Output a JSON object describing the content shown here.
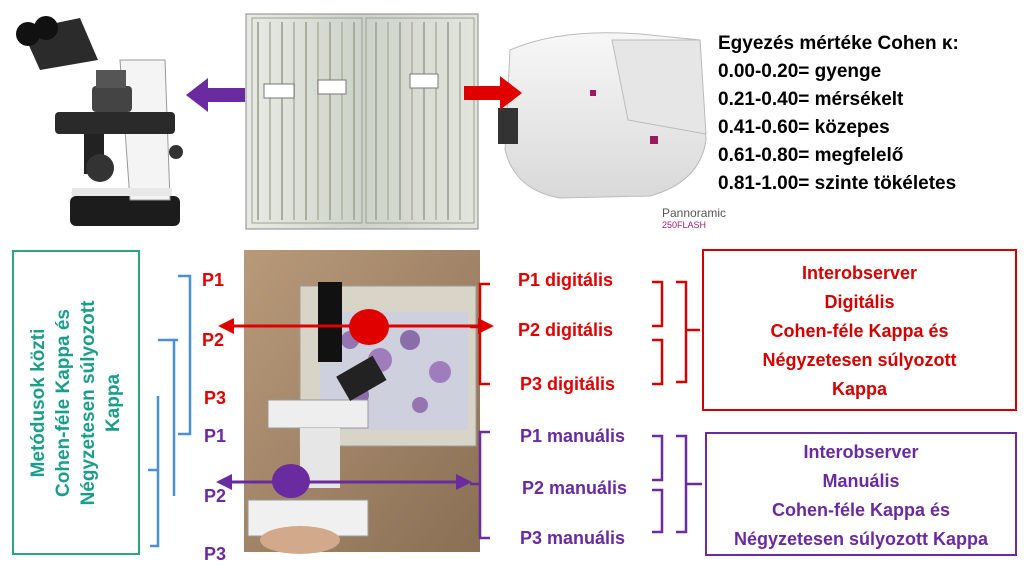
{
  "legend": {
    "title": "Egyezés mértéke Cohen κ:",
    "rows": [
      "0.00-0.20= gyenge",
      "0.21-0.40= mérsékelt",
      "0.41-0.60= közepes",
      "0.61-0.80= megfelelő",
      "0.81-1.00= szinte tökéletes"
    ]
  },
  "scanner": {
    "logo_top": "Pannoramic",
    "logo_bottom": "250FLASH"
  },
  "method_box": {
    "lines": [
      "Metódusok közti",
      "Cohen-féle Kappa és",
      "Négyzetesen súlyozott",
      "Kappa"
    ]
  },
  "pathologists_red": [
    "P1",
    "P2",
    "P3"
  ],
  "pathologists_purple": [
    "P1",
    "P2",
    "P3"
  ],
  "digital_labels": [
    "P1 digitális",
    "P2 digitális",
    "P3 digitális"
  ],
  "manual_labels": [
    "P1 manuális",
    "P2 manuális",
    "P3 manuális"
  ],
  "interobserver_digital": {
    "lines": [
      "Interobserver",
      "Digitális",
      "Cohen-féle Kappa és",
      "Négyzetesen súlyozott",
      "Kappa"
    ]
  },
  "interobserver_manual": {
    "lines": [
      "Interobserver",
      "Manuális",
      "Cohen-féle Kappa és",
      "Négyzetesen súlyozott Kappa"
    ]
  },
  "colors": {
    "red": "#e00000",
    "purple": "#6a2aa0",
    "blue": "#4a90d9",
    "green": "#2aa87a"
  }
}
